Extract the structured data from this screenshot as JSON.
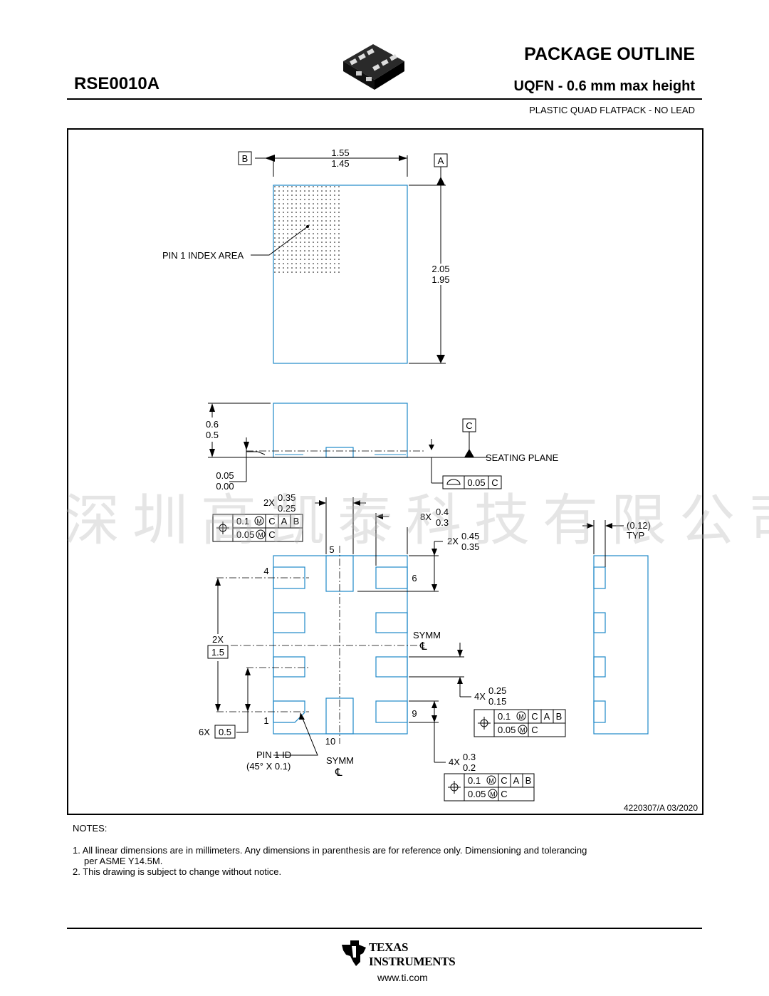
{
  "header": {
    "part_number": "RSE0010A",
    "title": "PACKAGE OUTLINE",
    "subtitle": "UQFN - 0.6 mm max height",
    "description": "PLASTIC QUAD FLATPACK - NO LEAD"
  },
  "drawing": {
    "top_view": {
      "datum_b": "B",
      "datum_a": "A",
      "width_max": "1.55",
      "width_min": "1.45",
      "length_max": "2.05",
      "length_min": "1.95",
      "pin1_label": "PIN 1 INDEX AREA"
    },
    "side_view": {
      "height_max": "0.6",
      "height_min": "0.5",
      "standoff_max": "0.05",
      "standoff_min": "0.00",
      "datum_c": "C",
      "seating_plane": "SEATING PLANE",
      "flatness_value": "0.05",
      "flatness_datum": "C"
    },
    "bottom_view": {
      "center_pad_qty": "2X",
      "center_pad_w_max": "0.35",
      "center_pad_w_min": "0.25",
      "tol1_value": "0.1",
      "tol1_datums": [
        "C",
        "A",
        "B"
      ],
      "tol2_value": "0.05",
      "tol2_datum": "C",
      "side_pad_qty": "8X",
      "side_pad_l_max": "0.4",
      "side_pad_l_min": "0.3",
      "end_qty": "2X",
      "end_max": "0.45",
      "end_min": "0.35",
      "pin_5": "5",
      "pin_4": "4",
      "pin_6": "6",
      "pin_1": "1",
      "pin_9": "9",
      "pin_10": "10",
      "span_qty": "2X",
      "span_value": "1.5",
      "pitch_qty": "6X",
      "pitch_value": "0.5",
      "symm_label": "SYMM",
      "cl_symbol": "℄",
      "pad_w_qty": "4X",
      "pad_w_max": "0.25",
      "pad_w_min": "0.15",
      "pad_l_qty": "4X",
      "pad_l_max": "0.3",
      "pad_l_min": "0.2",
      "pin1_id": "PIN 1 ID",
      "pin1_chamfer": "(45° X 0.1)",
      "side_ref": "(0.12)",
      "side_ref_typ": "TYP"
    },
    "drawing_number": "4220307/A   03/2020"
  },
  "notes": {
    "heading": "NOTES:",
    "note1": "1. All linear dimensions are in millimeters. Any dimensions in parenthesis are for reference only. Dimensioning and tolerancing",
    "note1b": "per ASME Y14.5M.",
    "note2": "2. This drawing is subject to change without notice."
  },
  "footer": {
    "brand_line1": "TEXAS",
    "brand_line2": "INSTRUMENTS",
    "website": "www.ti.com"
  },
  "watermark": "深圳高凯泰科技有限公司",
  "colors": {
    "package_outline": "#1e88c8",
    "ink": "#000000",
    "watermark": "#b4b4b4"
  }
}
